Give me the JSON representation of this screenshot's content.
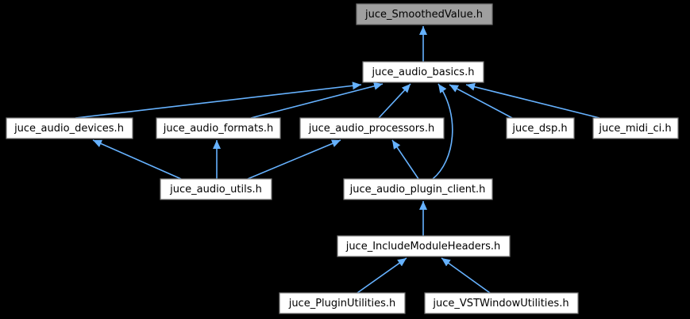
{
  "graph": {
    "kind": "include-dependency-graph",
    "colors": {
      "background": "#000000",
      "edge": "#66b2ff",
      "node_fill": "#ffffff",
      "node_border": "#757575",
      "highlight_node_fill": "#9f9f9f",
      "text": "#000000"
    },
    "nodes": [
      {
        "label": "juce_SmoothedValue.h",
        "highlighted": true
      },
      {
        "label": "juce_audio_basics.h",
        "highlighted": false
      },
      {
        "label": "juce_audio_devices.h",
        "highlighted": false
      },
      {
        "label": "juce_audio_formats.h",
        "highlighted": false
      },
      {
        "label": "juce_audio_processors.h",
        "highlighted": false
      },
      {
        "label": "juce_dsp.h",
        "highlighted": false
      },
      {
        "label": "juce_midi_ci.h",
        "highlighted": false
      },
      {
        "label": "juce_audio_utils.h",
        "highlighted": false
      },
      {
        "label": "juce_audio_plugin_client.h",
        "highlighted": false
      },
      {
        "label": "juce_IncludeModuleHeaders.h",
        "highlighted": false
      },
      {
        "label": "juce_PluginUtilities.h",
        "highlighted": false
      },
      {
        "label": "juce_VSTWindowUtilities.h",
        "highlighted": false
      }
    ],
    "edges": [
      {
        "from": "juce_audio_basics.h",
        "to": "juce_SmoothedValue.h"
      },
      {
        "from": "juce_audio_devices.h",
        "to": "juce_audio_basics.h"
      },
      {
        "from": "juce_audio_formats.h",
        "to": "juce_audio_basics.h"
      },
      {
        "from": "juce_audio_processors.h",
        "to": "juce_audio_basics.h"
      },
      {
        "from": "juce_audio_plugin_client.h",
        "to": "juce_audio_basics.h"
      },
      {
        "from": "juce_dsp.h",
        "to": "juce_audio_basics.h"
      },
      {
        "from": "juce_midi_ci.h",
        "to": "juce_audio_basics.h"
      },
      {
        "from": "juce_audio_utils.h",
        "to": "juce_audio_devices.h"
      },
      {
        "from": "juce_audio_utils.h",
        "to": "juce_audio_formats.h"
      },
      {
        "from": "juce_audio_utils.h",
        "to": "juce_audio_processors.h"
      },
      {
        "from": "juce_audio_plugin_client.h",
        "to": "juce_audio_processors.h"
      },
      {
        "from": "juce_IncludeModuleHeaders.h",
        "to": "juce_audio_plugin_client.h"
      },
      {
        "from": "juce_PluginUtilities.h",
        "to": "juce_IncludeModuleHeaders.h"
      },
      {
        "from": "juce_VSTWindowUtilities.h",
        "to": "juce_IncludeModuleHeaders.h"
      }
    ]
  }
}
